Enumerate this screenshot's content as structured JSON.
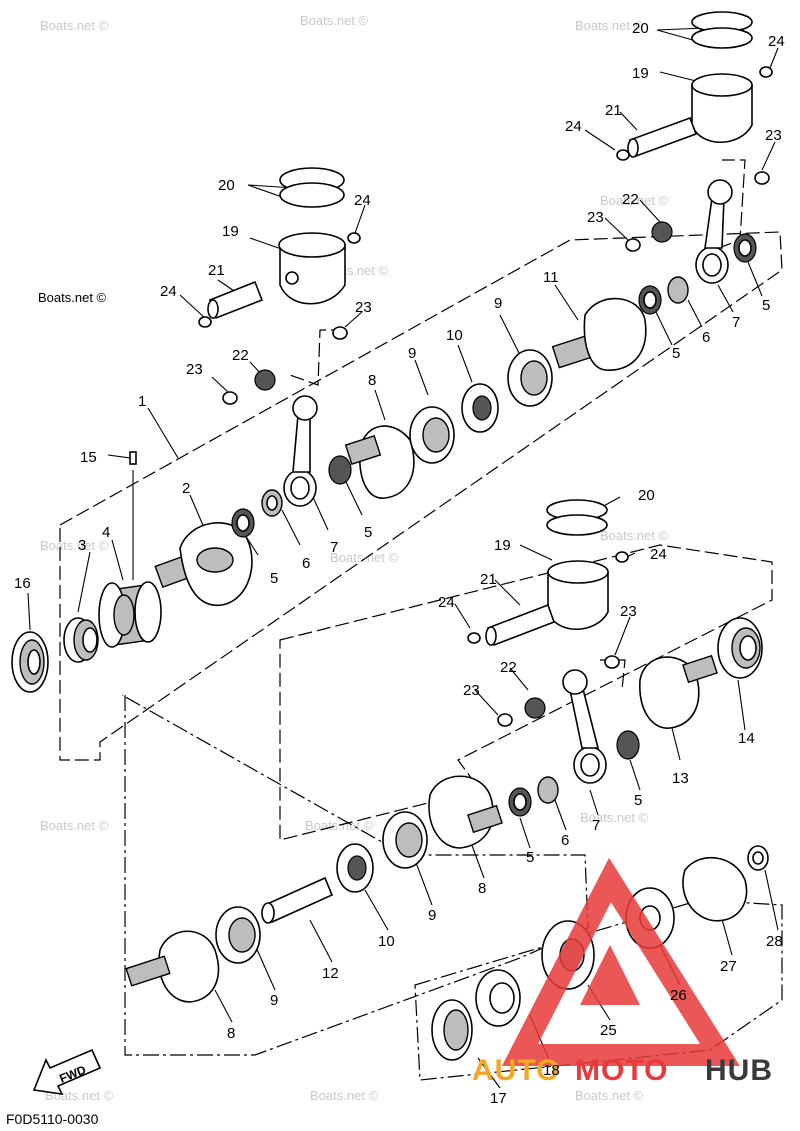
{
  "diagram": {
    "code": "F0D5110-0030",
    "fwd_label": "FWD",
    "watermark": "Boats.net ©",
    "brand": {
      "auto": "AUTO",
      "moto": "MOTO",
      "hub": "HUB"
    },
    "callouts": {
      "c1": "1",
      "c2": "2",
      "c3": "3",
      "c4": "4",
      "c5": "5",
      "c6": "6",
      "c7": "7",
      "c8": "8",
      "c9": "9",
      "c10": "10",
      "c11": "11",
      "c12": "12",
      "c13": "13",
      "c14": "14",
      "c15": "15",
      "c16": "16",
      "c17": "17",
      "c18": "18",
      "c19": "19",
      "c20": "20",
      "c21": "21",
      "c22": "22",
      "c23": "23",
      "c24": "24",
      "c25": "25",
      "c26": "26",
      "c27": "27",
      "c28": "28"
    }
  }
}
